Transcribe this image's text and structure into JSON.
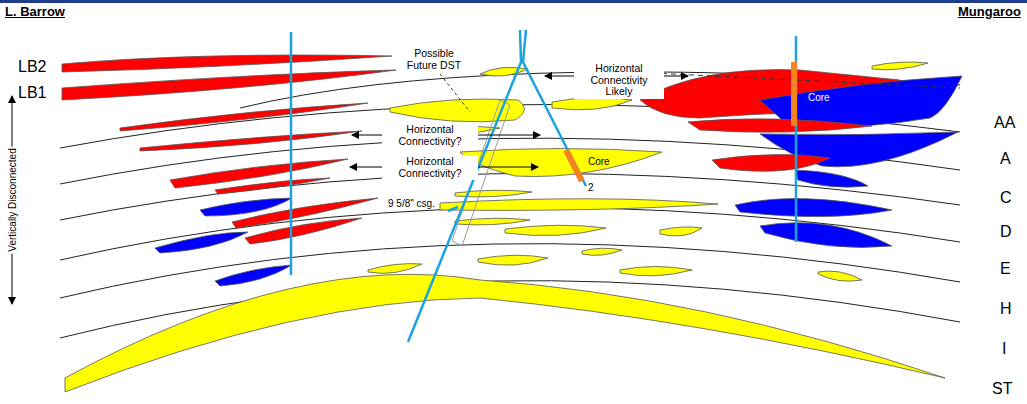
{
  "diagram": {
    "labels": [
      "L. Barrow",
      "Mungaroo",
      "LB2",
      "LB1",
      "Possible Future DST",
      "Horizontal Connectivity Likely",
      "Horizontal Connectivity?",
      "Horizontal Connectivity?",
      "Core",
      "2",
      "9 5/8\" csg.",
      "Core",
      "AA",
      "A",
      "C",
      "D",
      "E",
      "H",
      "I",
      "ST",
      "Vertically Disconnected"
    ]
  }
}
